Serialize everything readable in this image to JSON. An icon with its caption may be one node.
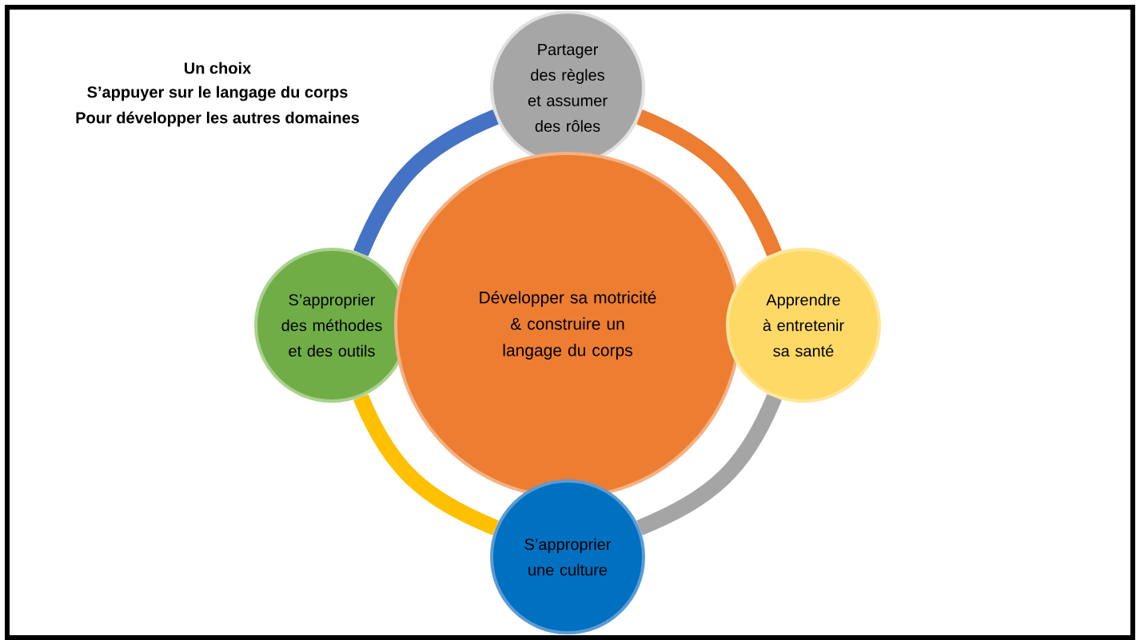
{
  "diagram": {
    "nodes": [
      {
        "text": [
          "Partager des règles et assumer des rôles"
        ]
      },
      {
        "text": [
          "S’approprier des méthodes et des outils"
        ]
      },
      {
        "text": [
          "Développer sa motricité & construire un langage du corps"
        ]
      },
      {
        "text": [
          "Apprendre à entretenir sa santé"
        ]
      },
      {
        "text": [
          "S’approprier une culture"
        ]
      }
    ],
    "edges": [
      {
        "from": 0,
        "to": 3,
        "arrow": "none",
        "color": "#ed7d31"
      },
      {
        "from": 3,
        "to": 4,
        "arrow": "none",
        "color": "#a5a5a5"
      },
      {
        "from": 4,
        "to": 1,
        "arrow": "none",
        "color": "#ffc000"
      },
      {
        "from": 1,
        "to": 0,
        "arrow": "none",
        "color": "#4472c4"
      }
    ],
    "labels": [
      "Un choix",
      "S’appuyer sur le langage du corps",
      "Pour développer les autres domaines"
    ]
  }
}
